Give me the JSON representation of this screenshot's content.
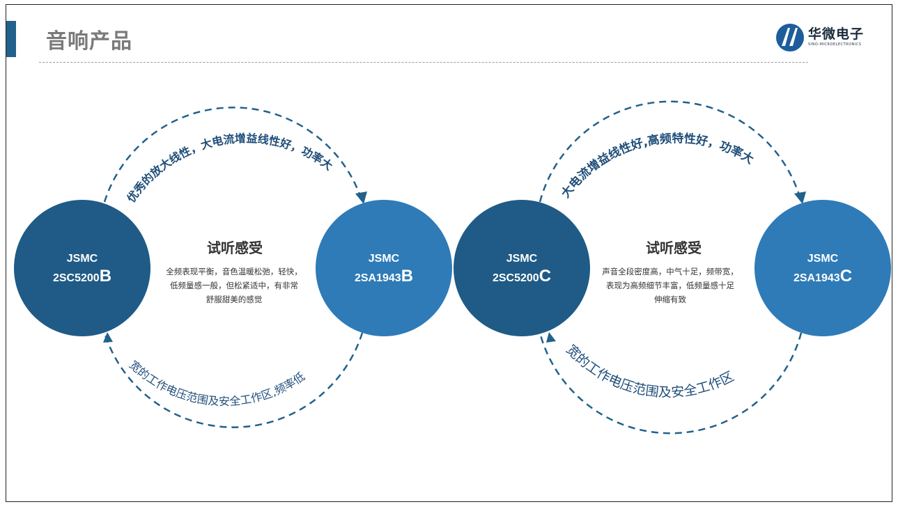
{
  "title": "音响产品",
  "logo": {
    "name": "华微电子",
    "sub": "SINO-MICROELECTRONICS"
  },
  "groups": [
    {
      "left": {
        "brand": "JSMC",
        "model": "2SC5200",
        "grade": "B"
      },
      "right": {
        "brand": "JSMC",
        "model": "2SA1943",
        "grade": "B"
      },
      "top_arc": "优秀的放大线性，大电流增益线性好，功率大",
      "bottom_arc": "宽的工作电压范围及安全工作区,频率低",
      "listen_title": "试听感受",
      "listen_lines": [
        "全频表现平衡，音色温暖松弛，轻快，",
        "低频量感一般，但松紧适中，有非常",
        "舒服甜美的感觉"
      ]
    },
    {
      "left": {
        "brand": "JSMC",
        "model": "2SC5200",
        "grade": "C"
      },
      "right": {
        "brand": "JSMC",
        "model": "2SA1943",
        "grade": "C"
      },
      "top_arc": "大电流增益线性好,高频特性好，功率大",
      "bottom_arc": "宽的工作电压范围及安全工作区",
      "listen_title": "试听感受",
      "listen_lines": [
        "声音全段密度高，中气十足，频带宽，",
        "表现为高频细节丰富，低频量感十足",
        "伸缩有致"
      ]
    }
  ],
  "colors": {
    "dark": "#1f5b86",
    "mid": "#2e7bb8",
    "arrow": "#21618c"
  }
}
